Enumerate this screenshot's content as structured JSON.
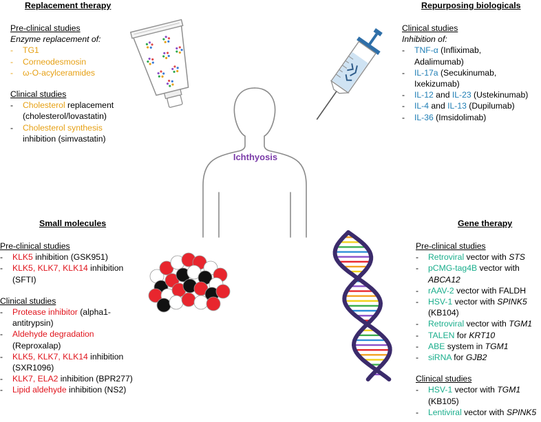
{
  "replacement": {
    "title": "Replacement therapy",
    "preclinical_heading": "Pre-clinical studies",
    "preclinical_sub": "Enzyme replacement of:",
    "preclinical_items": [
      "TG1",
      "Corneodesmosin",
      "ω-O-acylceramides"
    ],
    "clinical_heading": "Clinical studies",
    "clinical_items": [
      {
        "hl": "Cholesterol",
        "rest": " replacement",
        "cont": "(cholesterol/lovastatin)"
      },
      {
        "hl": "Cholesterol synthesis",
        "rest": "",
        "cont": "inhibition (simvastatin)"
      }
    ]
  },
  "repurposing": {
    "title": "Repurposing biologicals",
    "clinical_heading": "Clinical studies",
    "clinical_sub": "Inhibition of:",
    "items": [
      {
        "a": "TNF-α",
        "b": " (Infliximab,",
        "cont": "Adalimumab)"
      },
      {
        "a": "IL-17a",
        "b": " (Secukinumab,",
        "cont": "Ixekizumab)"
      },
      {
        "a": "IL-12",
        "b": " and ",
        "c": "IL-23",
        "d": " (Ustekinumab)"
      },
      {
        "a": "IL-4",
        "b": " and ",
        "c": "IL-13",
        "d": " (Dupilumab)"
      },
      {
        "a": "IL-36",
        "b": " (Imsidolimab)"
      }
    ]
  },
  "center": {
    "label": "Ichthyosis"
  },
  "small_molecules": {
    "title": "Small molecules",
    "preclinical_heading": "Pre-clinical studies",
    "pre_items": [
      {
        "hl": "KLK5",
        "rest": " inhibition (GSK951)"
      },
      {
        "hl": "KLK5, KLK7, KLK14",
        "rest": " inhibition",
        "cont": "(SFTI)"
      }
    ],
    "clinical_heading": "Clinical studies",
    "clin_items": [
      {
        "hl": "Protease inhibitor",
        "rest": " (alpha1-",
        "cont": "antitrypsin)"
      },
      {
        "hl": "Aldehyde degradation",
        "rest": "",
        "cont": "(Reproxalap)"
      },
      {
        "hl": "KLK5, KLK7, KLK14",
        "rest": " inhibition",
        "cont": "(SXR1096)"
      },
      {
        "hl": "KLK7, ELA2",
        "rest": " inhibition (BPR277)"
      },
      {
        "hl": "Lipid aldehyde",
        "rest": " inhibition (NS2)"
      }
    ]
  },
  "gene_therapy": {
    "title": "Gene therapy",
    "preclinical_heading": "Pre-clinical studies",
    "pre_items": [
      {
        "hl": "Retroviral",
        "rest": " vector with ",
        "gene": "STS"
      },
      {
        "hl": "pCMG-tag4B",
        "rest": " vector with",
        "cont_gene": "ABCA12"
      },
      {
        "hl": "rAAV-2",
        "rest": " vector with FALDH"
      },
      {
        "hl": "HSV-1",
        "rest": " vector with ",
        "gene": "SPINK5",
        "cont": "(KB104)"
      },
      {
        "hl": "Retroviral",
        "rest": " vector with ",
        "gene": "TGM1"
      },
      {
        "hl": "TALEN",
        "rest": " for ",
        "gene": "KRT10"
      },
      {
        "hl": "ABE",
        "rest": " system in ",
        "gene": "TGM1"
      },
      {
        "hl": "siRNA",
        "rest": " for ",
        "gene": "GJB2"
      }
    ],
    "clinical_heading": "Clinical studies",
    "clin_items": [
      {
        "hl": "HSV-1",
        "rest": " vector with ",
        "gene": "TGM1",
        "cont": "(KB105)"
      },
      {
        "hl": "Lentiviral",
        "rest": " vector with ",
        "gene": "SPINK5"
      }
    ]
  },
  "colors": {
    "replacement": "#E6A014",
    "repurposing": "#1F7EB5",
    "small_molecules": "#E0141C",
    "gene_therapy": "#1AAE8C",
    "center_label": "#7A3BA8"
  },
  "icons": [
    "ointment-tube-icon",
    "syringe-icon",
    "human-silhouette-icon",
    "molecule-cluster-icon",
    "dna-helix-icon"
  ]
}
